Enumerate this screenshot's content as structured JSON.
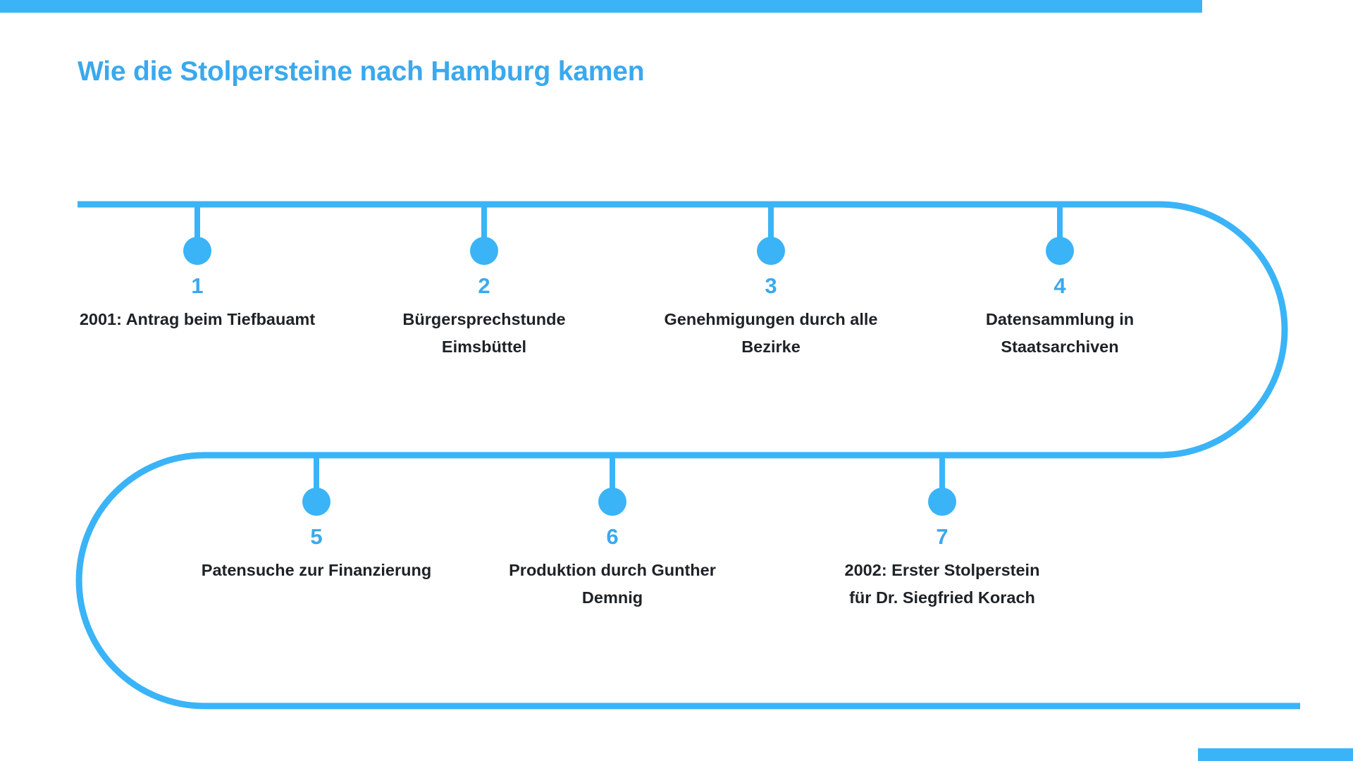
{
  "meta": {
    "title": "Wie die Stolpersteine nach Hamburg kamen",
    "accent_color": "#3AB4F7",
    "title_color": "#3AA9EE",
    "label_color": "#1E2226",
    "background_color": "#FFFFFF"
  },
  "decor": {
    "top_bar_name": "top-accent-bar",
    "bottom_bar_name": "bottom-right-accent-bar"
  },
  "timeline": {
    "rows": [
      {
        "items": [
          {
            "number": "1",
            "label": "2001: Antrag beim Tiefbauamt"
          },
          {
            "number": "2",
            "label": "Bürgersprechstunde Eimsbüttel"
          },
          {
            "number": "3",
            "label": "Genehmigungen durch alle Bezirke"
          },
          {
            "number": "4",
            "label": "Datensammlung in Staatsarchiven"
          }
        ]
      },
      {
        "items": [
          {
            "number": "5",
            "label": "Patensuche zur Finanzierung"
          },
          {
            "number": "6",
            "label": "Produktion durch Gunther Demnig"
          },
          {
            "number": "7",
            "label": "2002: Erster Stolperstein für Dr. Siegfried Korach"
          }
        ]
      }
    ]
  }
}
